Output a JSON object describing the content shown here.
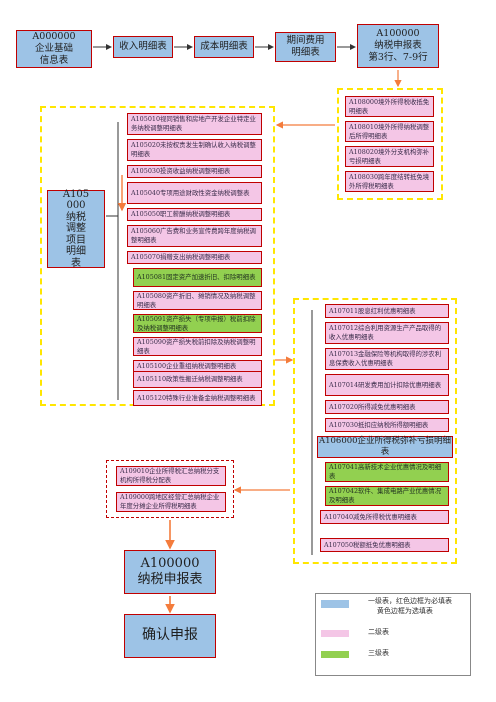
{
  "top_row": {
    "a000000": "A000000\n企业基础\n信息表",
    "income": "收入明细表",
    "cost": "成本明细表",
    "period_expense": "期间费用\n明细表",
    "a100000": "A100000\n纳税申报表\n第3行、7-9行"
  },
  "foreign_group": [
    "A108000境外所得税收抵免明细表",
    "A108010境外所得纳税调整后所得明细表",
    "A108020境外分支机构弥补亏损明细表",
    "A108030跨年度结转抵免境外所得税明细表"
  ],
  "a105000": "A105\n000\n纳税\n调整\n项目\n明细\n表",
  "adjust_group": [
    "A105010视同销售和房地产开发企业特定业务纳税调整明细表",
    "A105020未按权责发生制确认收入纳税调整明细表",
    "A105030投资收益纳税调整明细表",
    "A105040专项用途财政性资金纳税调整表",
    "A105050职工薪酬纳税调整明细表",
    "A105060广告费和业务宣传费跨年度纳税调整明细表",
    "A105070捐赠支出纳税调整明细表",
    "A105080资产折旧、摊销情况及纳税调整明细表",
    "A105090资产损失税前扣除及纳税调整明细表",
    "A105100企业重组纳税调整明细表",
    "A105110政策性搬迁纳税调整明细表",
    "A105120特殊行业准备金纳税调整明细表"
  ],
  "adjust_sub_green": [
    "A105081固定资产加速折旧、扣除明细表",
    "A105091资产损失（专项申报）税前扣除及纳税调整明细表"
  ],
  "pref_group": [
    "A107011股息红利优惠明细表",
    "A107012综合利用资源生产产品取得的收入优惠明细表",
    "A107013金融保险等机构取得的涉农利息保费收入优惠明细表",
    "A107014研发费用加计扣除优惠明细表",
    "A107020所得减免优惠明细表",
    "A107030抵扣应纳税所得额明细表"
  ],
  "a106000": "A106000企业所得税弥补亏损明细表",
  "pref_group2": [
    "A107041高新技术企业优惠情况及明细表",
    "A107042软件、集成电路产业优惠情况及明细表",
    "A107040减免所得税优惠明细表",
    "A107050税额抵免优惠明细表"
  ],
  "branch_group": [
    "A109010企业所得税汇总纳税分支机构所得税分配表",
    "A109000跨地区经营汇总纳税企业年度分摊企业所得税明细表"
  ],
  "final_a100000": "A100000\n纳税申报表",
  "confirm": "确认申报",
  "legend": {
    "level1": "一级表，红色边框为必填表\n    黄色边框为选填表",
    "level2": "二级表",
    "level3": "三级表"
  },
  "colors": {
    "level1": "#9dc3e6",
    "level2": "#f4c6e6",
    "level3": "#92d050",
    "required": "#c00000",
    "optional": "#ffe600",
    "final": "#f47c3c"
  }
}
